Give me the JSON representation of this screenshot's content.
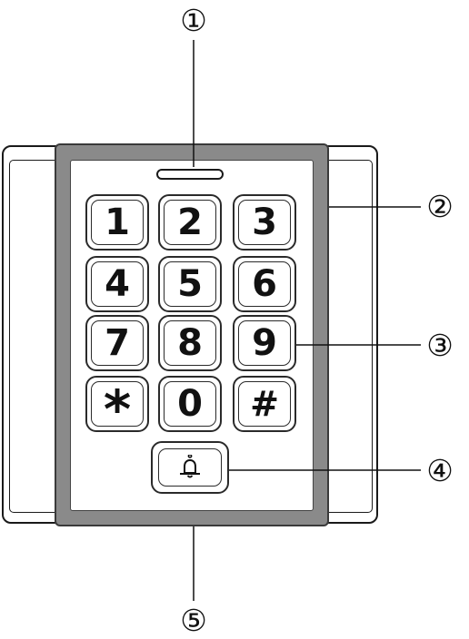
{
  "callouts": [
    "①",
    "②",
    "③",
    "④",
    "⑤"
  ],
  "keypad": {
    "rows": [
      [
        "1",
        "2",
        "3"
      ],
      [
        "4",
        "5",
        "6"
      ],
      [
        "7",
        "8",
        "9"
      ],
      [
        "*",
        "0",
        "#"
      ]
    ],
    "bell_icon": "bell-icon"
  },
  "colors": {
    "frame": "#8a8a8a",
    "outline": "#1a1a1a"
  }
}
